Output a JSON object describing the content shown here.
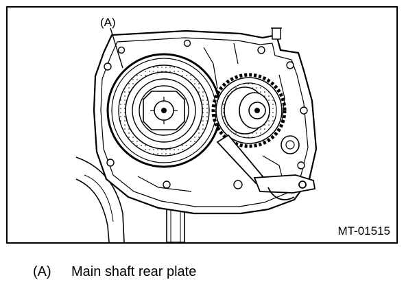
{
  "figure": {
    "callout_label": "(A)",
    "figure_code": "MT-01515"
  },
  "legend": {
    "items": [
      {
        "key": "(A)",
        "text": "Main shaft rear plate"
      }
    ]
  }
}
